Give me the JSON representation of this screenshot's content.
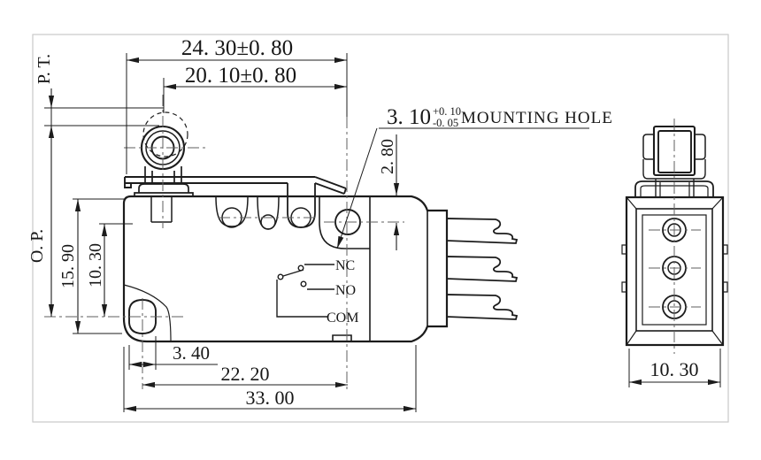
{
  "drawing": {
    "front_view": {
      "dim_lever_length": "24. 30±0. 80",
      "dim_roller_center": "20. 10±0. 80",
      "mounting_hole_note": {
        "size": "3. 10",
        "tol_plus": "+0. 10",
        "tol_minus": "-0. 05",
        "text": "MOUNTING HOLE"
      },
      "dim_hole_center_offset": "2. 80",
      "label_pre_travel": "P. T.",
      "label_operating_position": "O. P.",
      "dim_body_height": "15. 90",
      "dim_hole_vertical_offset": "10. 30",
      "dim_hole_width": "3. 40",
      "dim_hole_spacing": "22. 20",
      "dim_body_length": "33. 00",
      "circuit": {
        "nc": "NC",
        "no": "NO",
        "com": "COM"
      }
    },
    "side_view": {
      "dim_body_width": "10. 30"
    },
    "colors": {
      "line": "#1c1c1c",
      "centerline": "#5f5f5f",
      "frame": "#c9c9c9",
      "background": "#ffffff"
    }
  }
}
